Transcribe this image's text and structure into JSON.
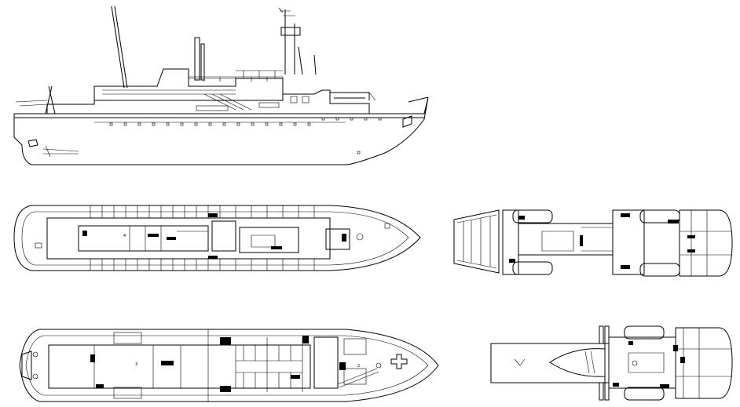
{
  "drawing": {
    "line_color": "#000000",
    "background": "#ffffff",
    "views": [
      {
        "id": "profile",
        "kind": "side-elevation"
      },
      {
        "id": "deck-plan-upper",
        "kind": "plan"
      },
      {
        "id": "deck-plan-lower",
        "kind": "plan"
      },
      {
        "id": "superstructure-plan-upper",
        "kind": "plan"
      },
      {
        "id": "superstructure-plan-lower",
        "kind": "plan"
      }
    ],
    "marks": {
      "upper_a": "4",
      "lower_a": "3",
      "lower_b": "2"
    }
  }
}
